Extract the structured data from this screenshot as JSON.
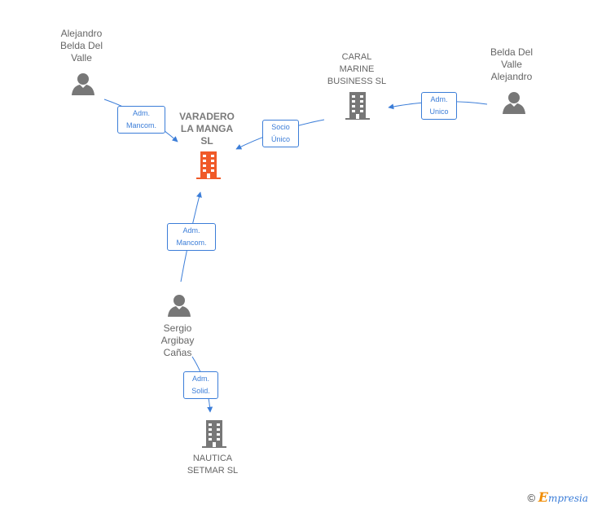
{
  "colors": {
    "edge": "#3b7dd8",
    "person": "#777777",
    "company": "#777777",
    "main_company": "#f05a28"
  },
  "nodes": {
    "alejandro_belda": {
      "label": "Alejandro\nBelda Del\nValle",
      "icon": "person-icon"
    },
    "varadero": {
      "label": "VARADERO\nLA MANGA\nSL",
      "icon": "building-icon"
    },
    "caral": {
      "label": "CARAL\nMARINE\nBUSINESS  SL",
      "icon": "building-icon"
    },
    "belda_alejandro": {
      "label": "Belda Del\nValle\nAlejandro",
      "icon": "person-icon"
    },
    "sergio": {
      "label": "Sergio\nArgibay\nCañas",
      "icon": "person-icon"
    },
    "nautica": {
      "label": "NAUTICA\nSETMAR  SL",
      "icon": "building-icon"
    }
  },
  "edges": {
    "alejandro_to_varadero": "Adm.\nMancom.",
    "caral_to_varadero": "Socio\nÚnico",
    "belda_to_caral": "Adm.\nUnico",
    "sergio_to_varadero": "Adm.\nMancom.",
    "sergio_to_nautica": "Adm.\nSolid."
  },
  "brand": {
    "copyright": "©",
    "initial": "E",
    "rest": "mpresia"
  }
}
